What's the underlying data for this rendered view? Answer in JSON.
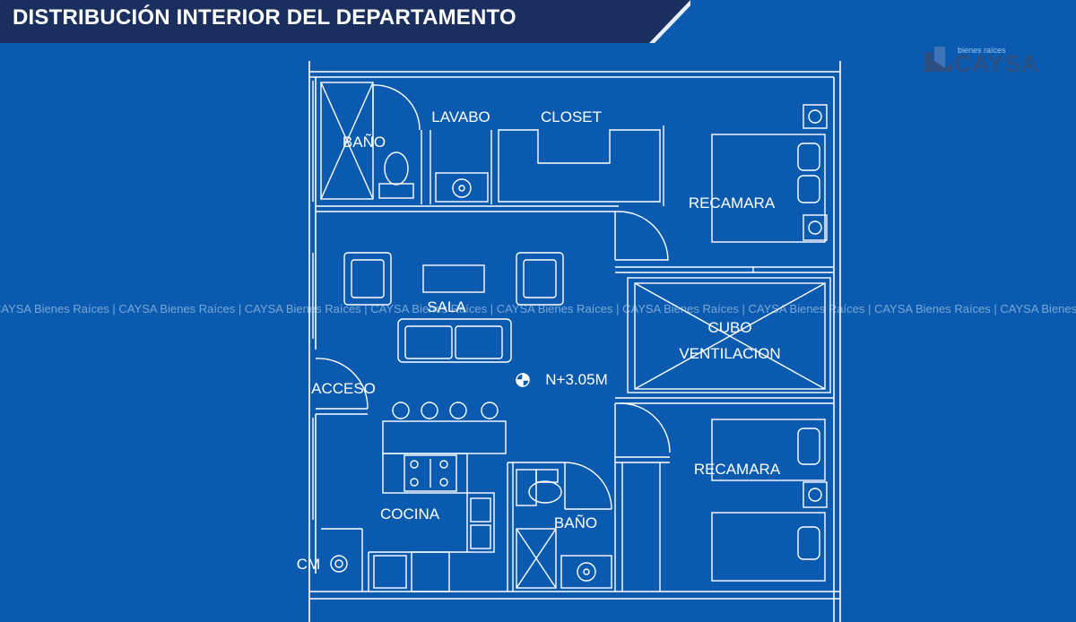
{
  "header": {
    "title": "DISTRIBUCIÓN INTERIOR DEL DEPARTAMENTO",
    "bg_color": "#1b2f5e",
    "accent_color": "#ffffff"
  },
  "logo": {
    "small_text": "bienes raíces",
    "brand_text": "CAYSA",
    "color": "#2b4e83"
  },
  "watermark": {
    "text": "CAYSA Bienes Raíces  |  CAYSA Bienes Raíces  |  CAYSA Bienes Raíces  |  CAYSA Bienes Raíces  |  CAYSA Bienes Raíces  |  CAYSA Bienes Raíces  |  CAYSA Bienes Raíces  |  CAYSA Bienes Raíces  |  CAYSA Bienes"
  },
  "rooms": {
    "bano_top": "BAÑO",
    "lavabo": "LAVABO",
    "closet": "CLOSET",
    "recamara_top": "RECAMARA",
    "sala": "SALA",
    "cubo_line1": "CUBO",
    "cubo_line2": "VENTILACION",
    "acceso": "ACCESO",
    "nivel": "N+3.05M",
    "recamara_bottom": "RECAMARA",
    "cocina": "COCINA",
    "bano_bottom": "BAÑO",
    "cm": "CM"
  },
  "colors": {
    "background": "#0a5bb0",
    "lines": "#ffffff"
  }
}
